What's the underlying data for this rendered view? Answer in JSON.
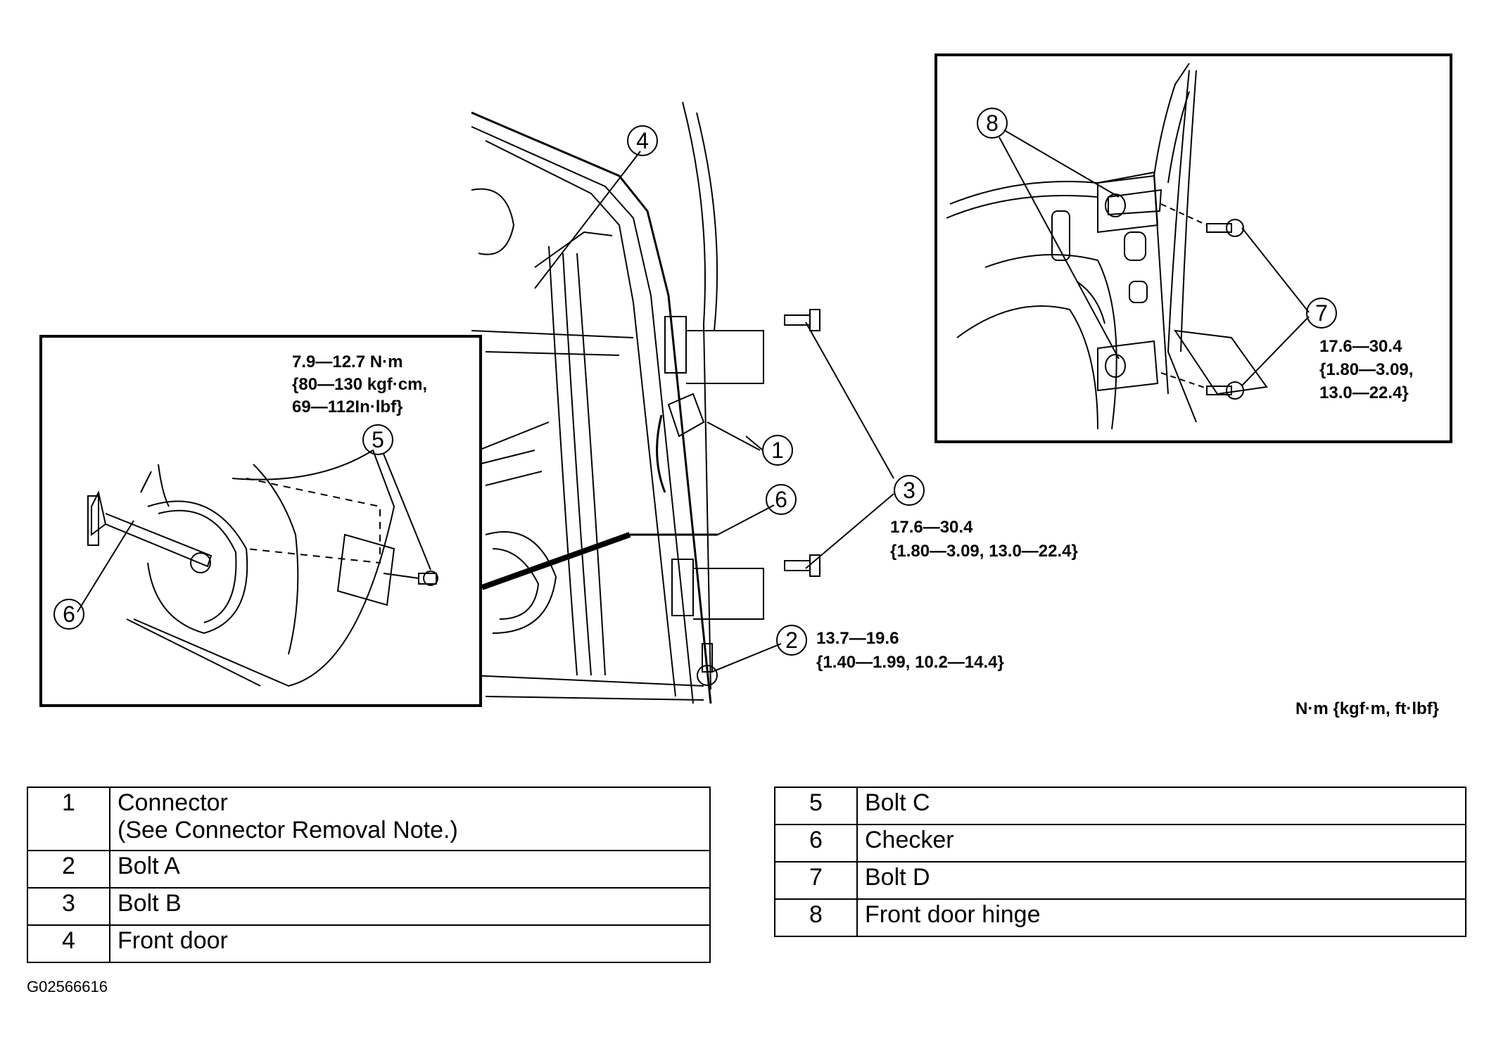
{
  "callouts": {
    "bolt_c_torque": [
      "7.9—12.7 N·m",
      "{80—130 kgf·cm,",
      "69—112In·lbf}"
    ],
    "bolt_b_torque": [
      "17.6—30.4",
      "{1.80—3.09, 13.0—22.4}"
    ],
    "bolt_a_torque": [
      "13.7—19.6",
      "{1.40—1.99, 10.2—14.4}"
    ],
    "bolt_d_torque": [
      "17.6—30.4",
      "{1.80—3.09,",
      "13.0—22.4}"
    ],
    "units_note": "N·m {kgf·m, ft·lbf}"
  },
  "markers": [
    "1",
    "2",
    "3",
    "4",
    "5",
    "6",
    "7",
    "8"
  ],
  "legend_left": [
    {
      "num": "1",
      "label": "Connector",
      "note": "(See Connector Removal Note.)"
    },
    {
      "num": "2",
      "label": "Bolt A"
    },
    {
      "num": "3",
      "label": "Bolt B"
    },
    {
      "num": "4",
      "label": "Front door"
    }
  ],
  "legend_right": [
    {
      "num": "5",
      "label": "Bolt C"
    },
    {
      "num": "6",
      "label": "Checker"
    },
    {
      "num": "7",
      "label": "Bolt D"
    },
    {
      "num": "8",
      "label": "Front door hinge"
    }
  ],
  "figure_id": "G02566616"
}
